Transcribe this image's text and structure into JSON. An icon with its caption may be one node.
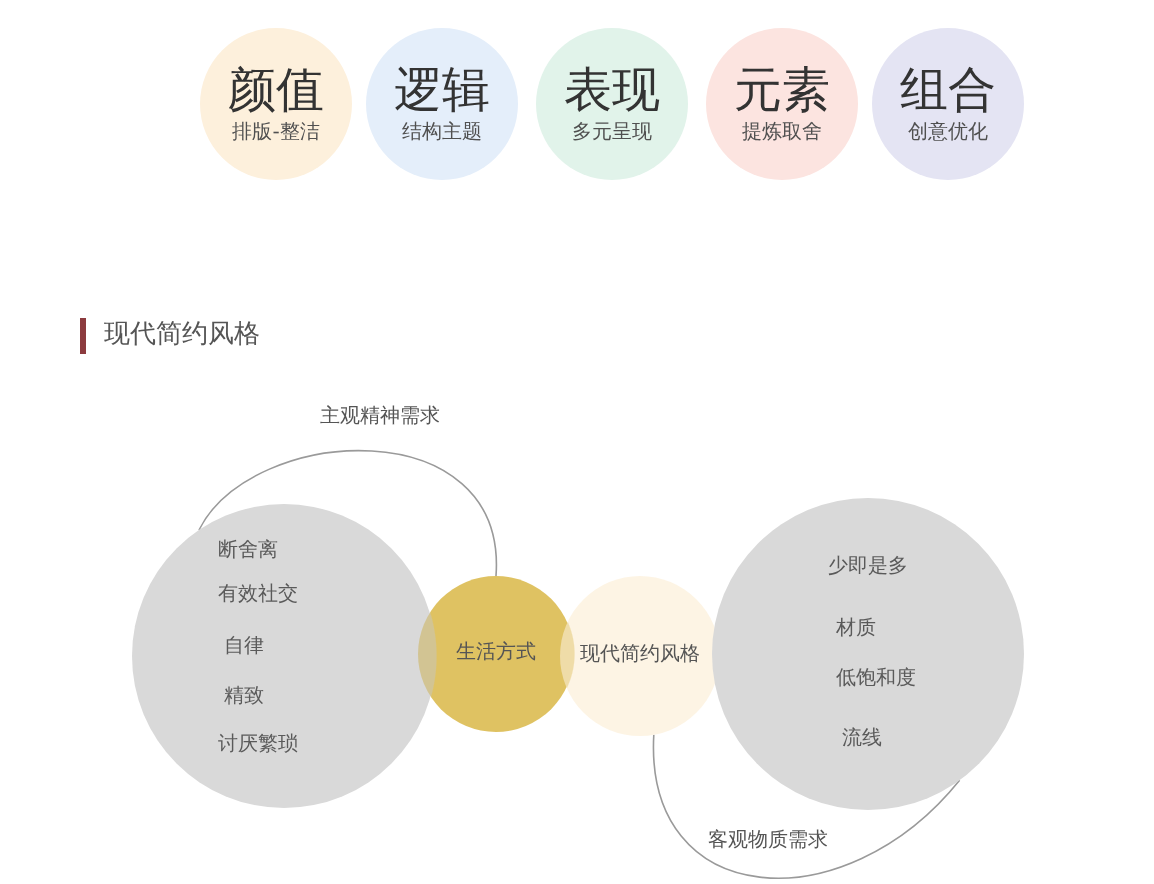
{
  "diagram": {
    "title": "现代简约风格",
    "nodes": [
      {
        "text": [
          "颜值",
          "排版-整洁"
        ]
      },
      {
        "text": [
          "逻辑",
          "结构主题"
        ]
      },
      {
        "text": [
          "表现",
          "多元呈现"
        ]
      },
      {
        "text": [
          "元素",
          "提炼取舍"
        ]
      },
      {
        "text": [
          "组合",
          "创意优化"
        ]
      },
      {
        "text": [
          "断舍离",
          "有效社交",
          "自律",
          "精致",
          "讨厌繁琐"
        ]
      },
      {
        "text": [
          "生活方式"
        ]
      },
      {
        "text": [
          "现代简约风格"
        ]
      },
      {
        "text": [
          "少即是多",
          "材质",
          "低饱和度",
          "流线"
        ]
      }
    ],
    "edges": [
      {
        "from": 5,
        "to": 6,
        "arrow": "none",
        "label": "主观精神需求"
      },
      {
        "from": 7,
        "to": 8,
        "arrow": "none",
        "label": "客观物质需求"
      }
    ]
  }
}
